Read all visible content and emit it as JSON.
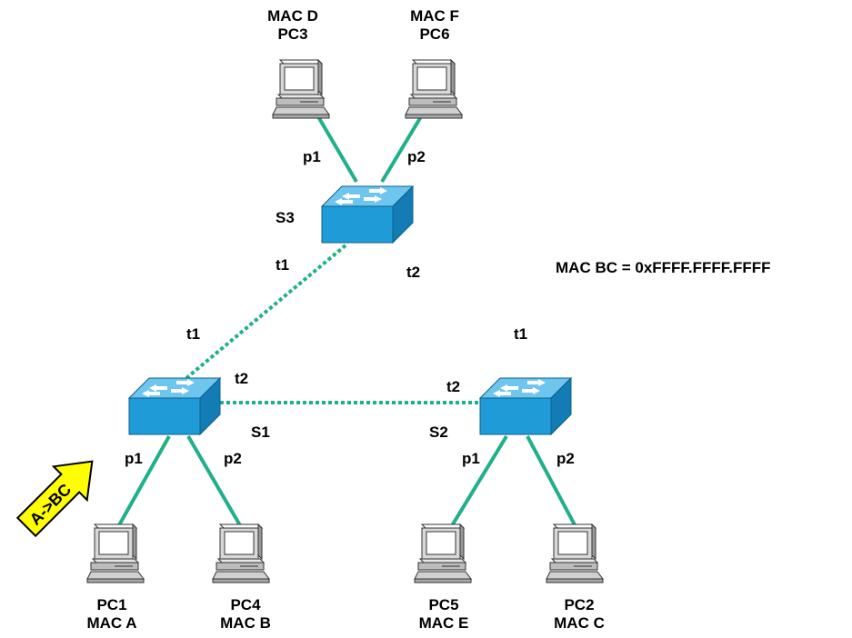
{
  "colors": {
    "link": "#1fb08a",
    "switch_top": "#6ec6ee",
    "switch_front": "#1f9cd8",
    "switch_side": "#147cb4",
    "arrow": "#ffff00"
  },
  "note": "MAC BC = 0xFFFF.FFFF.FFFF",
  "frame": {
    "label": "A->BC"
  },
  "switches": {
    "s1": {
      "name": "S1"
    },
    "s2": {
      "name": "S2"
    },
    "s3": {
      "name": "S3"
    }
  },
  "pcs": {
    "pc1": {
      "name": "PC1",
      "mac": "MAC A"
    },
    "pc2": {
      "name": "PC2",
      "mac": "MAC C"
    },
    "pc3": {
      "name": "PC3",
      "mac": "MAC D"
    },
    "pc4": {
      "name": "PC4",
      "mac": "MAC B"
    },
    "pc5": {
      "name": "PC5",
      "mac": "MAC E"
    },
    "pc6": {
      "name": "PC6",
      "mac": "MAC F"
    }
  },
  "ports": {
    "s3_p1": "p1",
    "s3_p2": "p2",
    "s3_t1": "t1",
    "s3_t2": "t2",
    "s1_t1": "t1",
    "s1_t2": "t2",
    "s1_p1": "p1",
    "s1_p2": "p2",
    "s2_t1": "t1",
    "s2_t2": "t2",
    "s2_p1": "p1",
    "s2_p2": "p2"
  }
}
